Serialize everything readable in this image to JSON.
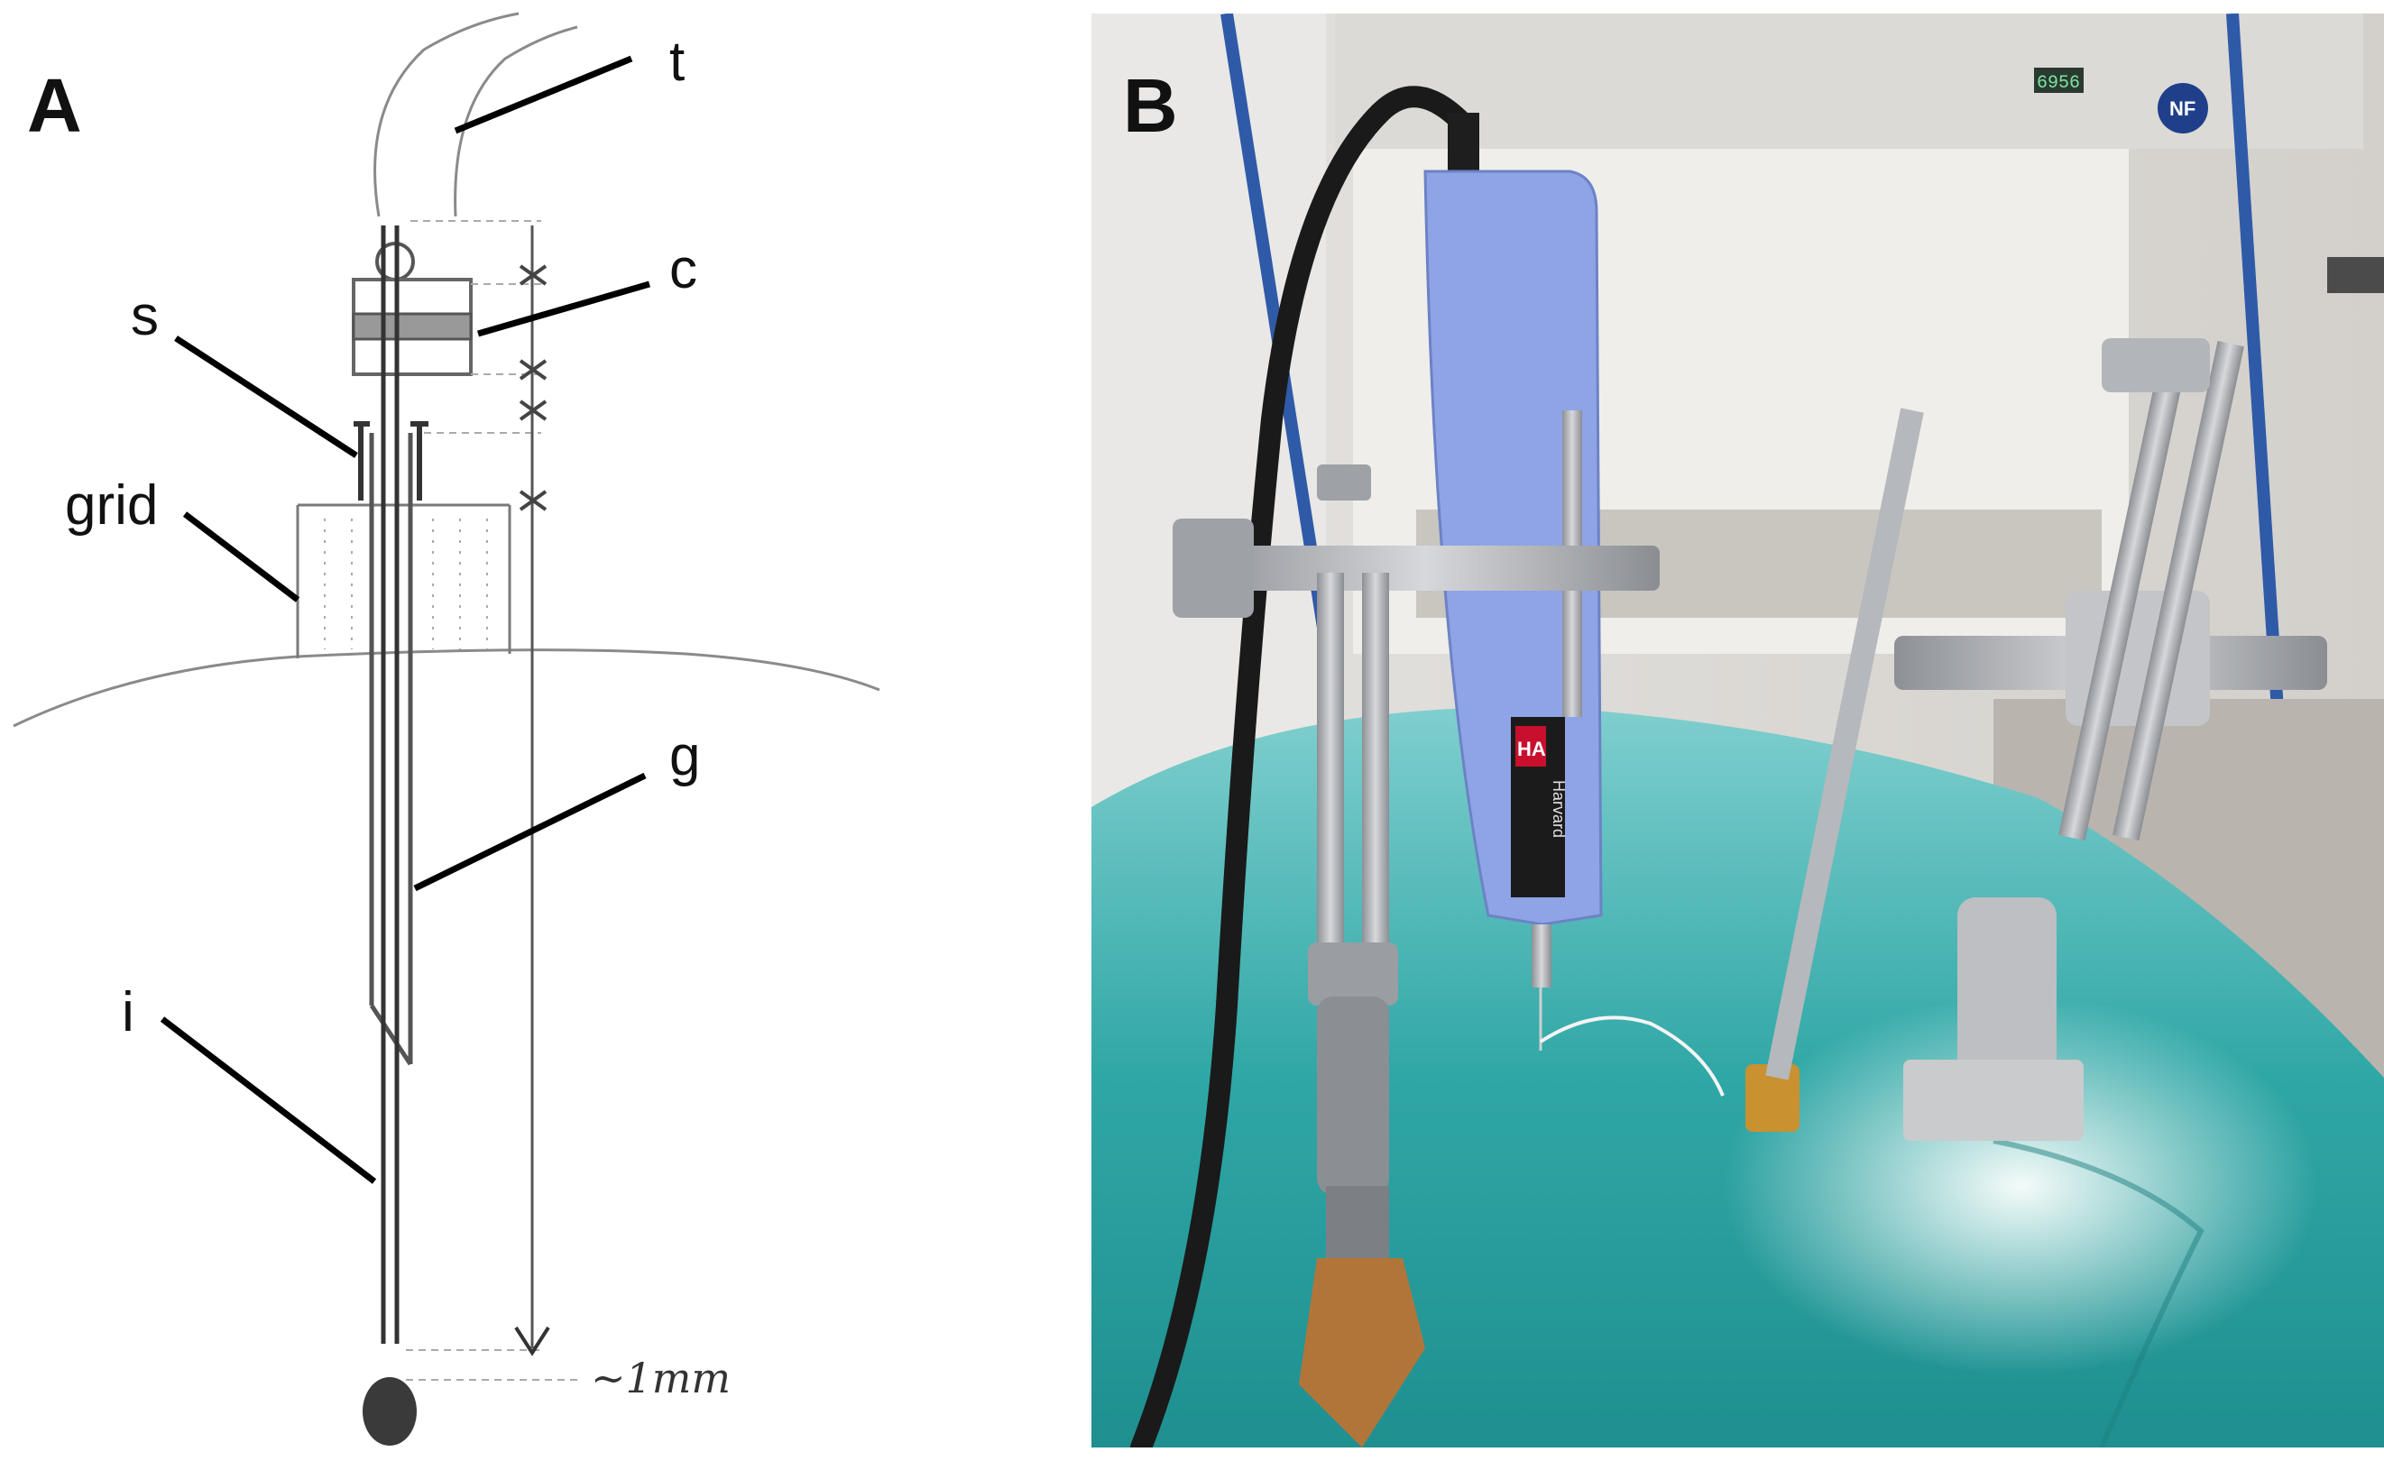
{
  "panels": {
    "a": "A",
    "b": "B"
  },
  "sketch_labels": {
    "t": "t",
    "c": "c",
    "s": "s",
    "grid": "grid",
    "g": "g",
    "i": "i",
    "depth": "~1mm"
  },
  "photo_text": {
    "display": "6956",
    "cabinet_badge": "NF",
    "pump_logo": "HA",
    "pump_brand": "Harvard"
  },
  "colors": {
    "drape": "#2fa7a6",
    "pump_body": "#8fa4e6",
    "metal": "#b9bcc0",
    "ink": "#111111",
    "pencil": "#6b6b6b"
  }
}
